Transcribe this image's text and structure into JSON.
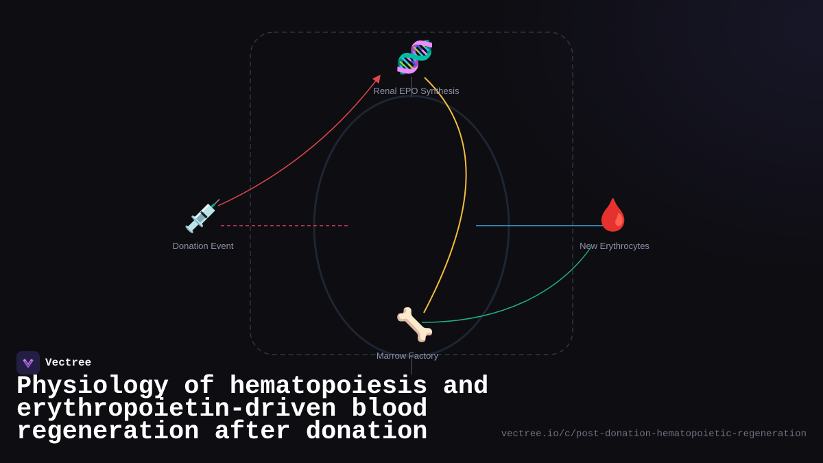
{
  "brand": {
    "name": "Vectree"
  },
  "title": "Physiology of hematopoiesis and erythropoietin-driven blood regeneration after donation",
  "url": "vectree.io/c/post-donation-hematopoietic-regeneration",
  "nodes": {
    "top": {
      "icon": "dna-icon",
      "glyph": "🧬",
      "label": "Renal EPO Synthesis"
    },
    "left": {
      "icon": "syringe-icon",
      "glyph": "💉",
      "label": "Donation Event"
    },
    "right": {
      "icon": "blood-drop-icon",
      "glyph": "🩸",
      "label": "New Erythrocytes"
    },
    "bottom": {
      "icon": "bone-icon",
      "glyph": "🦴",
      "label": "Marrow Factory"
    }
  },
  "colors": {
    "background": "#0e0d12",
    "red_arrow": "#e0474c",
    "yellow_curve": "#f5be3a",
    "green_curve": "#22b07d",
    "blue_line": "#3aa6dc",
    "pink_dashed": "#e0405e",
    "frame": "#2e3644",
    "ellipse": "#1e2633"
  }
}
